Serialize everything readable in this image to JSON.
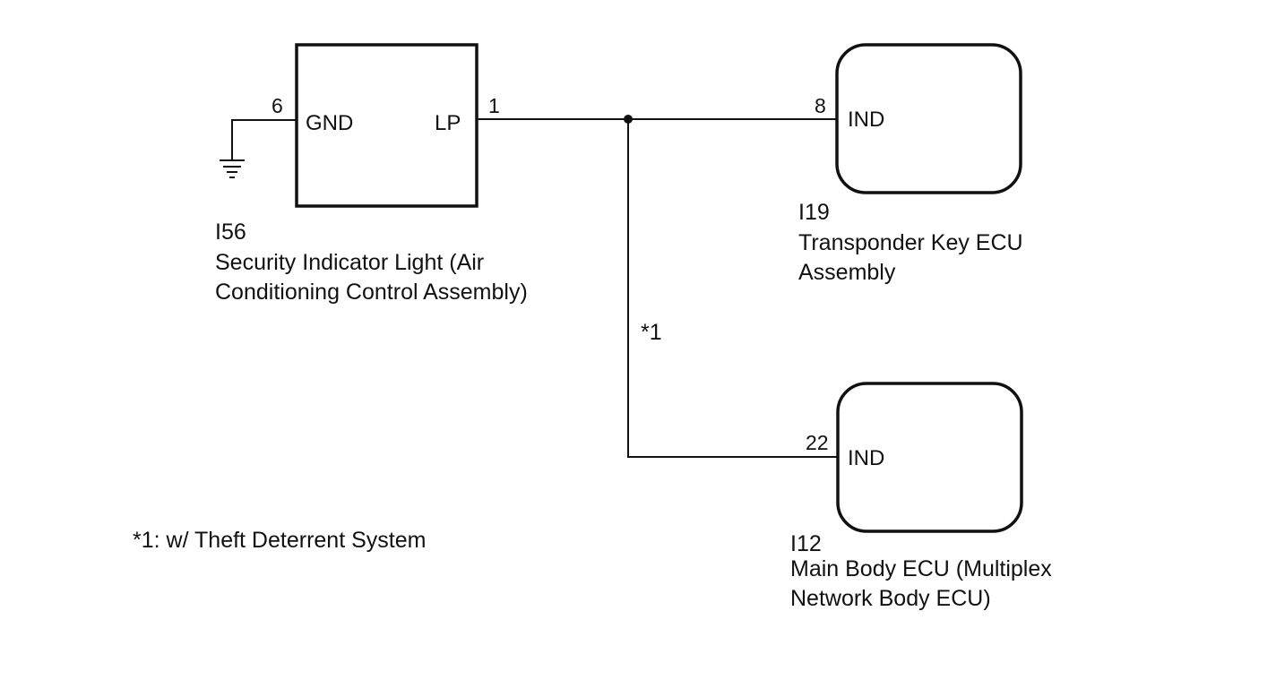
{
  "components": {
    "security_light": {
      "code": "I56",
      "name_line1": "Security Indicator Light (Air",
      "name_line2": "Conditioning Control Assembly)",
      "terminals": {
        "gnd": {
          "name": "GND",
          "pin": "6"
        },
        "lp": {
          "name": "LP",
          "pin": "1"
        }
      }
    },
    "transponder_ecu": {
      "code": "I19",
      "name_line1": "Transponder Key ECU",
      "name_line2": "Assembly",
      "terminals": {
        "ind": {
          "name": "IND",
          "pin": "8"
        }
      }
    },
    "main_body_ecu": {
      "code": "I12",
      "name_line1": "Main Body ECU (Multiplex",
      "name_line2": "Network Body ECU)",
      "terminals": {
        "ind": {
          "name": "IND",
          "pin": "22"
        }
      }
    }
  },
  "wire_note": "*1",
  "footnote": "*1: w/ Theft Deterrent System"
}
